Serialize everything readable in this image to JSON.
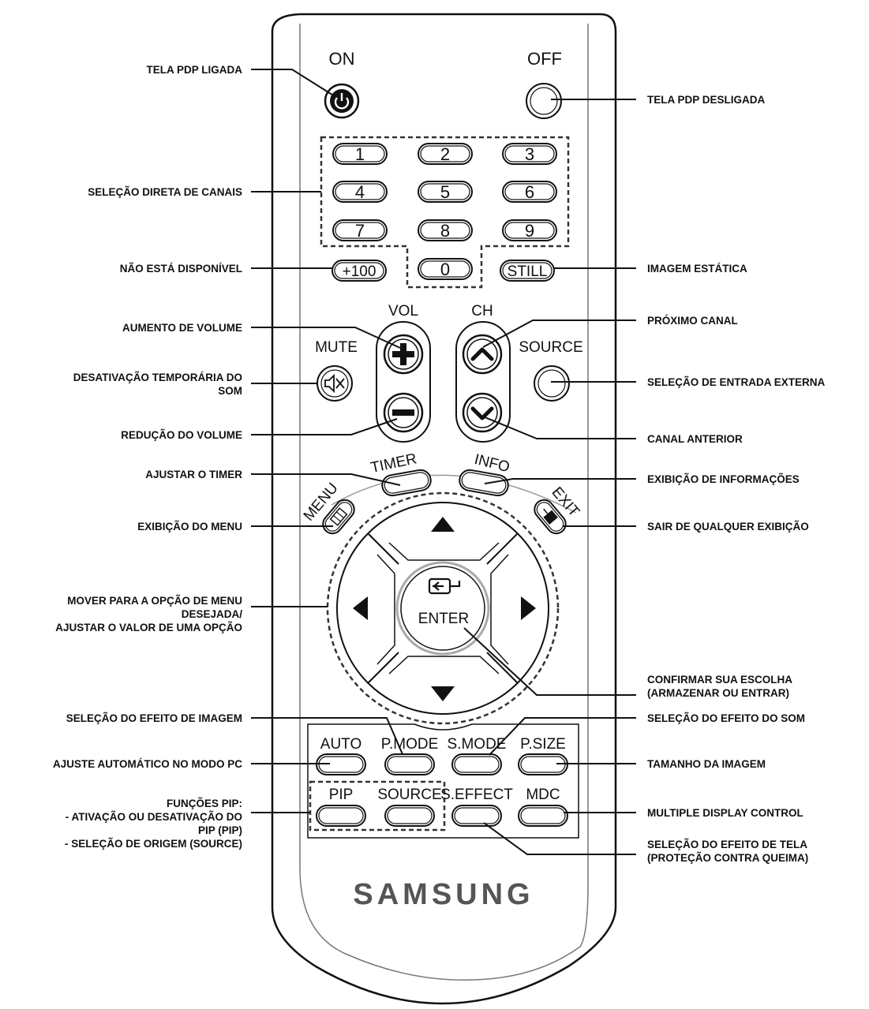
{
  "remote": {
    "on": "ON",
    "off": "OFF",
    "digits": [
      "1",
      "2",
      "3",
      "4",
      "5",
      "6",
      "7",
      "8",
      "9"
    ],
    "zero": "0",
    "plus100": "+100",
    "still": "STILL",
    "vol": "VOL",
    "ch": "CH",
    "mute": "MUTE",
    "source_top": "SOURCE",
    "timer": "TIMER",
    "info": "INFO",
    "menu": "MENU",
    "exit": "EXIT",
    "enter": "ENTER",
    "row1": [
      "AUTO",
      "P.MODE",
      "S.MODE",
      "P.SIZE"
    ],
    "row2": [
      "PIP",
      "SOURCE",
      "S.EFFECT",
      "MDC"
    ],
    "brand": "SAMSUNG"
  },
  "callouts_left": [
    {
      "lines": [
        "TELA PDP LIGADA"
      ]
    },
    {
      "lines": [
        "SELEÇÃO DIRETA DE CANAIS"
      ]
    },
    {
      "lines": [
        "NÃO ESTÁ DISPONÍVEL"
      ]
    },
    {
      "lines": [
        "AUMENTO DE VOLUME"
      ]
    },
    {
      "lines": [
        "DESATIVAÇÃO TEMPORÁRIA DO",
        "SOM"
      ]
    },
    {
      "lines": [
        "REDUÇÃO DO VOLUME"
      ]
    },
    {
      "lines": [
        "AJUSTAR O TIMER"
      ]
    },
    {
      "lines": [
        "EXIBIÇÃO DO MENU"
      ]
    },
    {
      "lines": [
        "MOVER PARA A OPÇÃO DE MENU",
        "DESEJADA/",
        "AJUSTAR O VALOR DE UMA OPÇÃO"
      ]
    },
    {
      "lines": [
        "SELEÇÃO DO EFEITO DE IMAGEM"
      ]
    },
    {
      "lines": [
        "AJUSTE AUTOMÁTICO NO MODO PC"
      ]
    },
    {
      "lines": [
        "FUNÇÕES PIP:",
        "- ATIVAÇÃO OU DESATIVAÇÃO DO",
        "PIP (PIP)",
        "- SELEÇÃO DE ORIGEM (SOURCE)"
      ]
    }
  ],
  "callouts_right": [
    {
      "lines": [
        "TELA PDP DESLIGADA"
      ]
    },
    {
      "lines": [
        "IMAGEM ESTÁTICA"
      ]
    },
    {
      "lines": [
        "PRÓXIMO CANAL"
      ]
    },
    {
      "lines": [
        "SELEÇÃO DE ENTRADA EXTERNA"
      ]
    },
    {
      "lines": [
        "CANAL ANTERIOR"
      ]
    },
    {
      "lines": [
        "EXIBIÇÃO DE INFORMAÇÕES"
      ]
    },
    {
      "lines": [
        "SAIR DE QUALQUER EXIBIÇÃO"
      ]
    },
    {
      "lines": [
        "CONFIRMAR SUA ESCOLHA",
        "(ARMAZENAR OU ENTRAR)"
      ]
    },
    {
      "lines": [
        "SELEÇÃO DO EFEITO DO SOM"
      ]
    },
    {
      "lines": [
        "TAMANHO DA IMAGEM"
      ]
    },
    {
      "lines": [
        "MULTIPLE DISPLAY CONTROL"
      ]
    },
    {
      "lines": [
        "SELEÇÃO DO EFEITO DE TELA",
        "(PROTEÇÃO CONTRA QUEIMA)"
      ]
    }
  ]
}
